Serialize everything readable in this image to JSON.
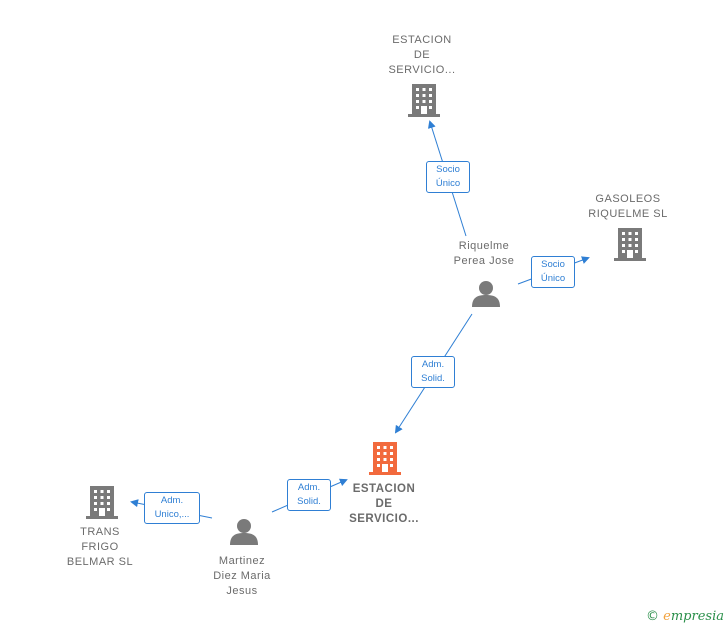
{
  "colors": {
    "edge": "#2f7fd4",
    "company": "#7a7a7a",
    "company_main": "#f26a3d",
    "person": "#7a7a7a",
    "brand": "#2a8f4a"
  },
  "nodes": {
    "estacion_top": {
      "label": "ESTACION\nDE\nSERVICIO..."
    },
    "gasoleos": {
      "label": "GASOLEOS\nRIQUELME  SL"
    },
    "riquelme": {
      "label": "Riquelme\nPerea Jose"
    },
    "estacion_main": {
      "label": "ESTACION\nDE\nSERVICIO..."
    },
    "trans_frigo": {
      "label": "TRANS\nFRIGO\nBELMAR SL"
    },
    "martinez": {
      "label": "Martinez\nDiez Maria\nJesus"
    }
  },
  "edges": {
    "riquelme_to_top": {
      "label": "Socio\nÚnico"
    },
    "riquelme_to_gasoleos": {
      "label": "Socio\nÚnico"
    },
    "riquelme_to_main": {
      "label": "Adm.\nSolid."
    },
    "martinez_to_main": {
      "label": "Adm.\nSolid."
    },
    "martinez_to_trans": {
      "label": "Adm.\nUnico,..."
    }
  },
  "brand": {
    "copyright": "©",
    "name": "mpresia",
    "initial": "e"
  }
}
